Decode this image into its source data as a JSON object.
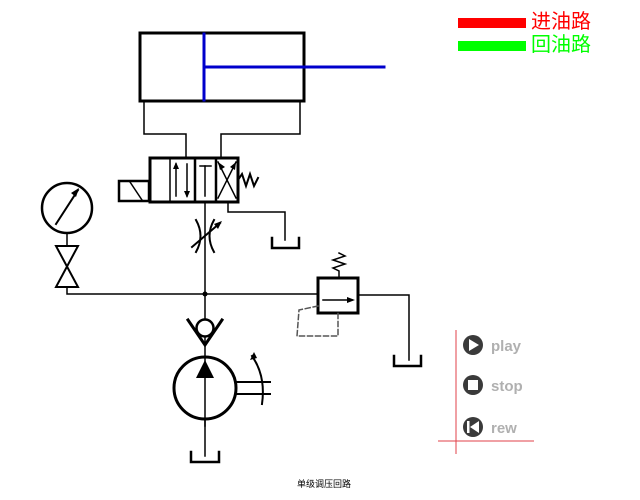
{
  "legend": {
    "items": [
      {
        "label": "进油路",
        "color": "#ff0000"
      },
      {
        "label": "回油路",
        "color": "#00ff00"
      }
    ]
  },
  "controls": {
    "play_label": "play",
    "stop_label": "stop",
    "rew_label": "rew",
    "icon_color": "#3a3a3a",
    "label_color": "#b0b0b0",
    "axis_color": "#e0404a"
  },
  "caption": "单级调压回路",
  "colors": {
    "line": "#000000",
    "piston_rod": "#0000cc",
    "dashed_pilot": "#555555"
  }
}
